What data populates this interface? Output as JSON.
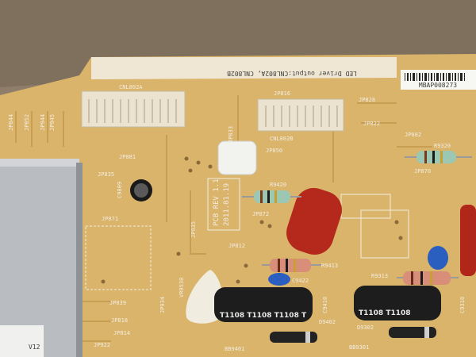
{
  "pcb": {
    "header_label": "LED Driver output:CNL802A, CNL802B",
    "barcode_text": "MBAP008273",
    "rev_label": "PCB REV 1.1",
    "date_label": "2011.01.19",
    "connector_a": "CNL802A",
    "connector_b": "CNL802B",
    "jumpers": [
      "JP844",
      "JP852",
      "JP944",
      "JP945",
      "JP881",
      "JP835",
      "JP871",
      "JP816",
      "JP850",
      "JP833",
      "JP828",
      "JP822",
      "JP882",
      "JP870",
      "JP839",
      "JP872",
      "JP812",
      "JP935",
      "JP934",
      "JP818",
      "JP814",
      "JP922"
    ],
    "resistors": [
      "R9320",
      "R9420",
      "R9413",
      "R9313"
    ],
    "parts": [
      "C9809",
      "C9422",
      "C9410",
      "C9310",
      "D9402",
      "D9302",
      "BB9401",
      "BB9301",
      "VR9530"
    ],
    "capacitor_marking": "T1108 T1108 T1108 T",
    "capacitor2_marking": "T1108 T1108",
    "corner_label": "V12",
    "colors": {
      "board": "#d9b46a",
      "silkscreen": "#f4ece0",
      "film_cap": "#b5281c",
      "electrolytic": "#1d1d1d"
    }
  }
}
